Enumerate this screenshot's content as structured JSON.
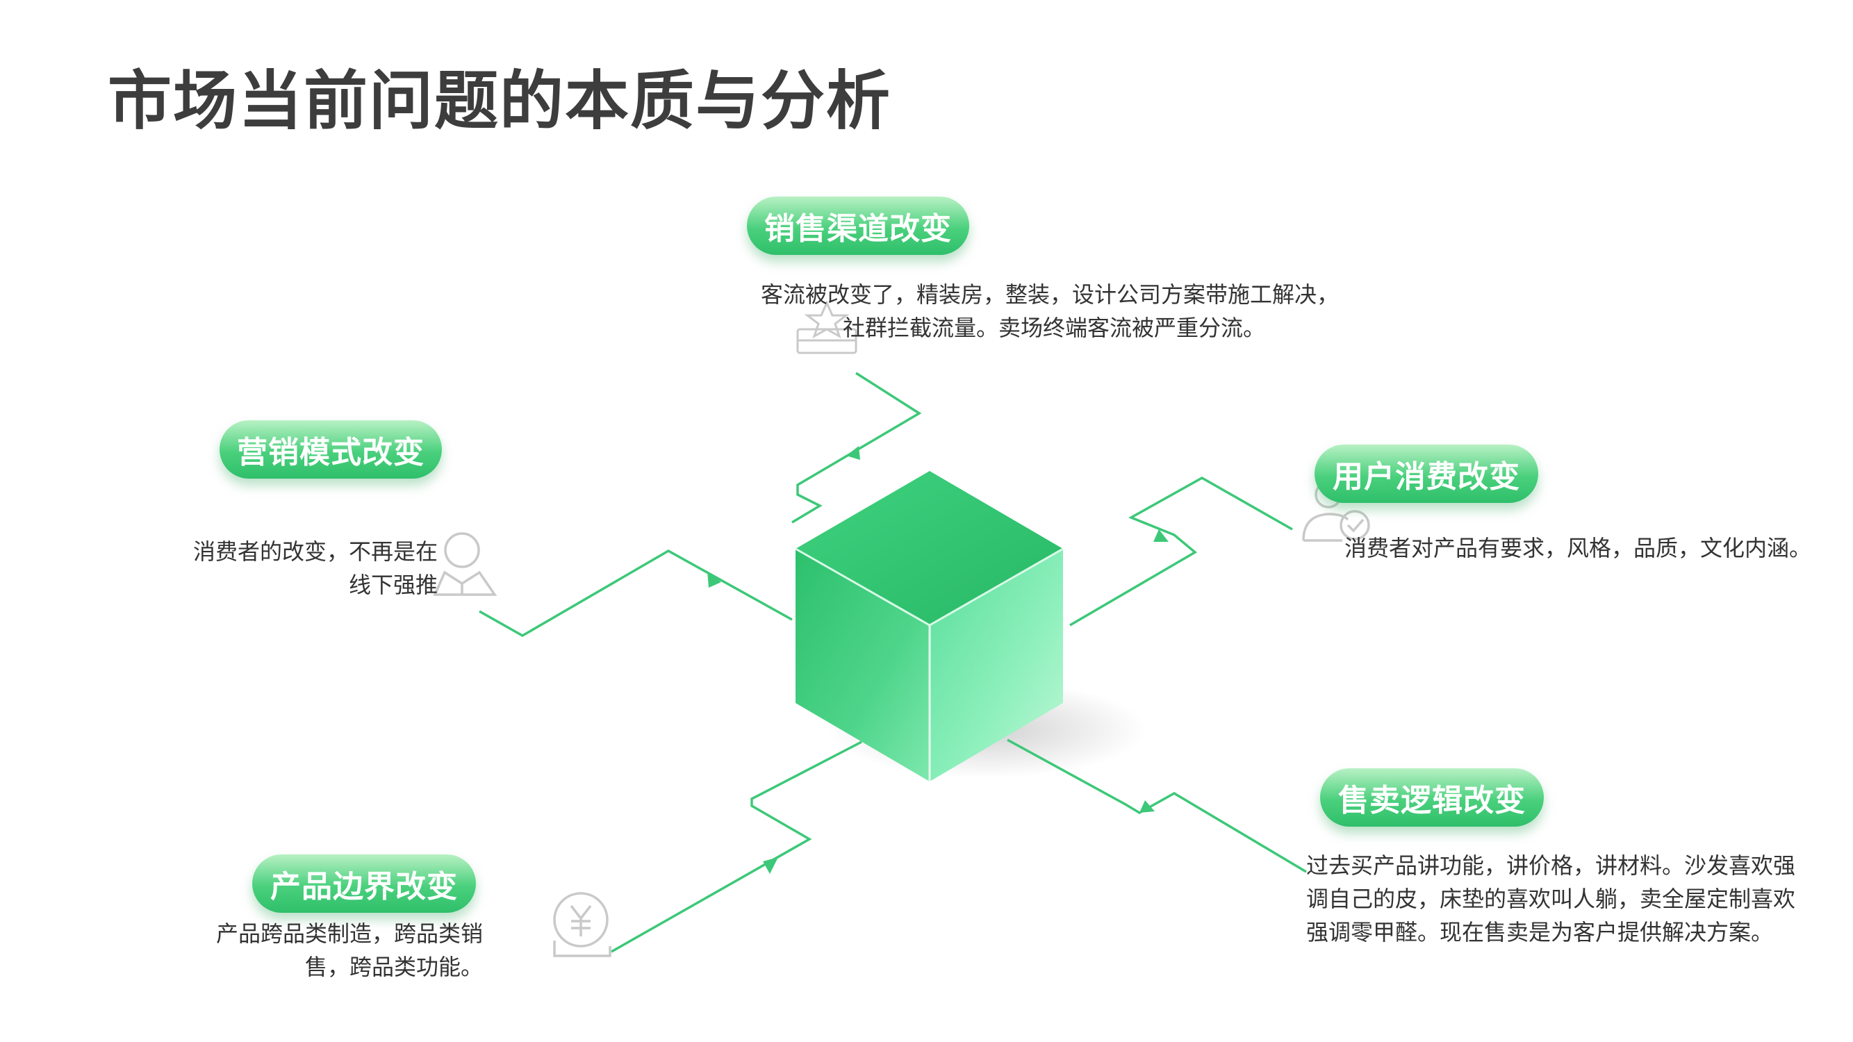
{
  "title": "市场当前问题的本质与分析",
  "colors": {
    "accent": "#3cc878",
    "line": "#3cc878",
    "icon": "#c9c9c9"
  },
  "nodes": {
    "top": {
      "label": "销售渠道改变",
      "text": "客流被改变了，精装房，整装，设计公司方案带施工解决，",
      "text2": "社群拦截流量。卖场终端客流被严重分流。",
      "icon": "star-certificate-icon"
    },
    "left": {
      "label": "营销模式改变",
      "text": "消费者的改变，不再是在",
      "text2": "线下强推",
      "icon": "person-icon"
    },
    "right": {
      "label": "用户消费改变",
      "text": "消费者对产品有要求，风格，品质，文化内涵。",
      "icon": "user-check-icon"
    },
    "bottom_left": {
      "label": "产品边界改变",
      "text": "产品跨品类制造，跨品类销",
      "text2": "售，跨品类功能。",
      "icon": "yen-coin-icon"
    },
    "bottom_right": {
      "label": "售卖逻辑改变",
      "lines": [
        "过去买产品讲功能，讲价格，讲材料。沙发喜欢强",
        "调自己的皮，床垫的喜欢叫人躺，卖全屋定制喜欢",
        "强调零甲醛。现在售卖是为客户提供解决方案。"
      ]
    }
  }
}
